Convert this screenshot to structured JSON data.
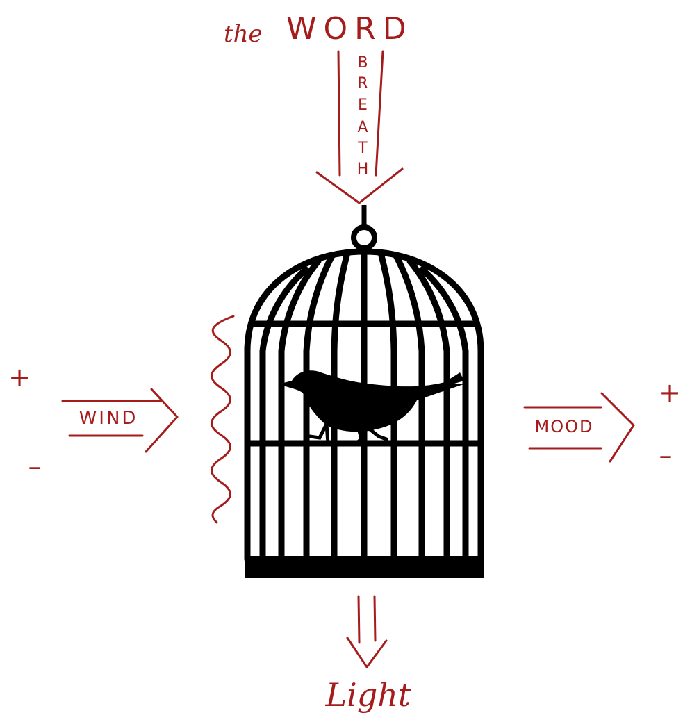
{
  "colors": {
    "ink": "#a51c1c",
    "cage": "#000000",
    "background": "#ffffff"
  },
  "labels": {
    "the": "the",
    "word": "WORD",
    "breath_letters": [
      "B",
      "R",
      "E",
      "A",
      "T",
      "H"
    ],
    "wind": "WIND",
    "mood": "MOOD",
    "light": "Light",
    "left_plus": "+",
    "left_minus": "–",
    "right_plus": "+",
    "right_minus": "–"
  },
  "icons": {
    "cage": "birdcage-icon",
    "bird": "bird-silhouette-icon"
  }
}
